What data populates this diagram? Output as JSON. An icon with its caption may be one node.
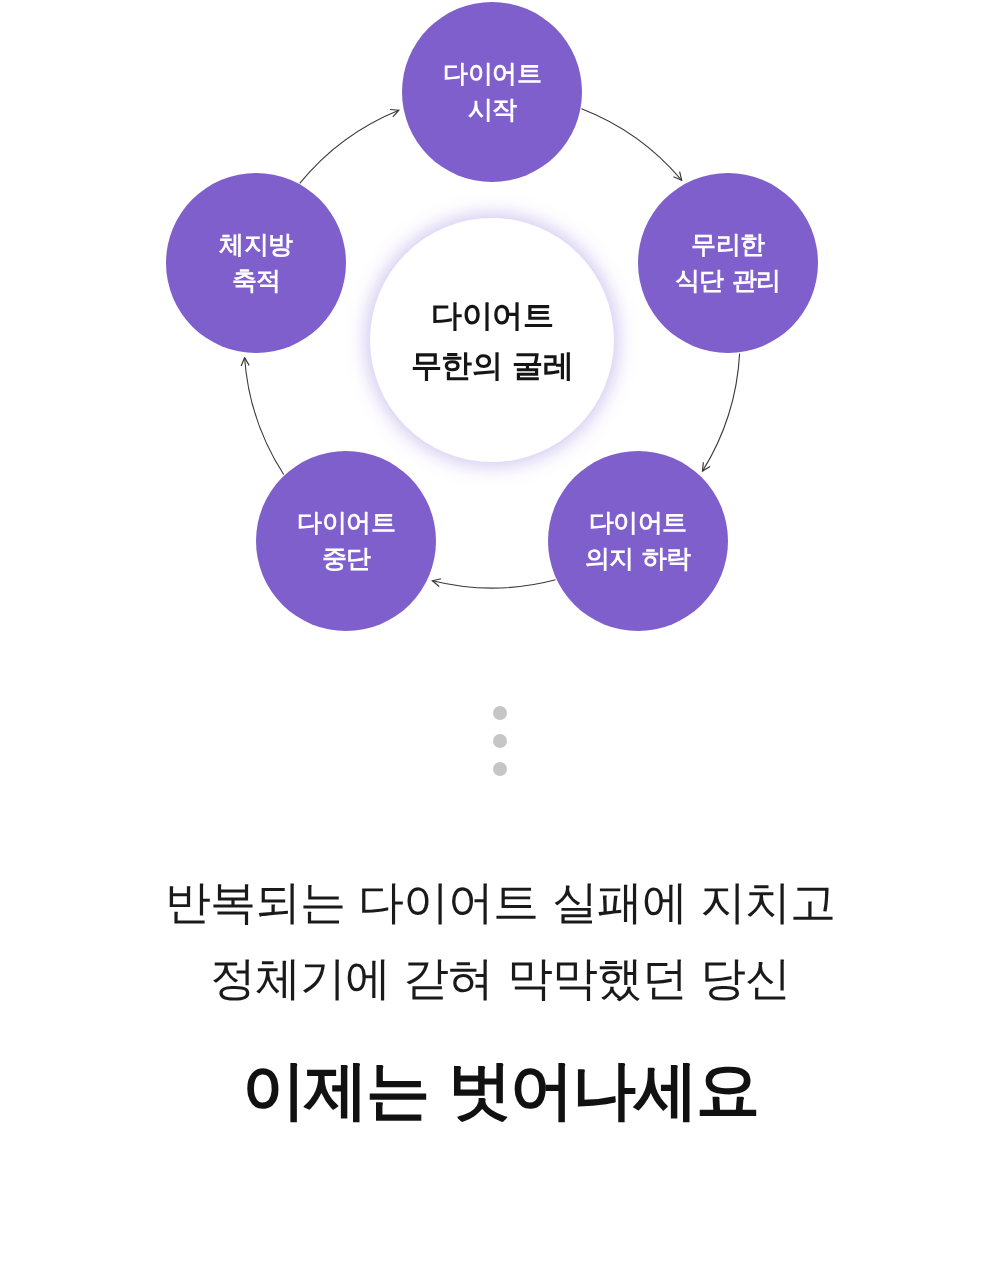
{
  "diagram": {
    "nodes": [
      {
        "text": [
          "다이어트 시작"
        ]
      },
      {
        "text": [
          "무리한 식단 관리"
        ]
      },
      {
        "text": [
          "다이어트 의지 하락"
        ]
      },
      {
        "text": [
          "다이어트 중단"
        ]
      },
      {
        "text": [
          "체지방 축적"
        ]
      },
      {
        "text": [
          "다이어트 무한의 굴레"
        ]
      }
    ],
    "edges": [
      {
        "from": 0,
        "to": 1,
        "arrow": "to"
      },
      {
        "from": 1,
        "to": 2,
        "arrow": "to"
      },
      {
        "from": 2,
        "to": 3,
        "arrow": "to"
      },
      {
        "from": 3,
        "to": 4,
        "arrow": "to"
      },
      {
        "from": 4,
        "to": 0,
        "arrow": "to"
      }
    ],
    "labels": [
      "반복되는 다이어트 실패에 지치고 정체기에 갇혀 막막했던 당신",
      "이제는 벗어나세요"
    ]
  }
}
